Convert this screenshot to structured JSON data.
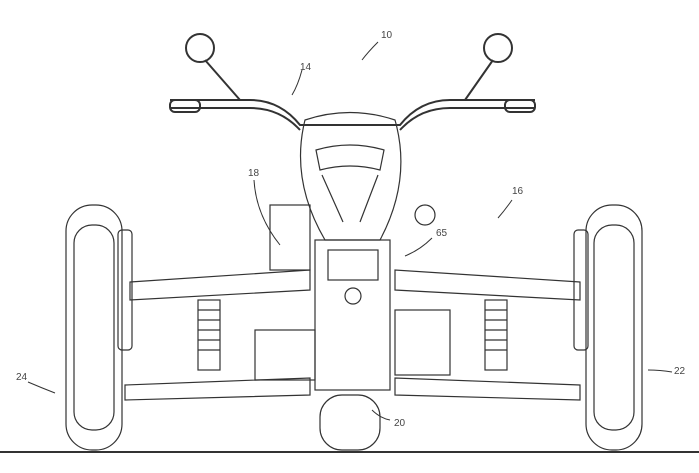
{
  "figure": {
    "reference_numerals": {
      "vehicle": "10",
      "handlebar": "14",
      "left_component": "18",
      "right_component": "16",
      "component_65": "65",
      "left_wheel": "24",
      "front_wheel": "20",
      "right_wheel": "22"
    }
  }
}
